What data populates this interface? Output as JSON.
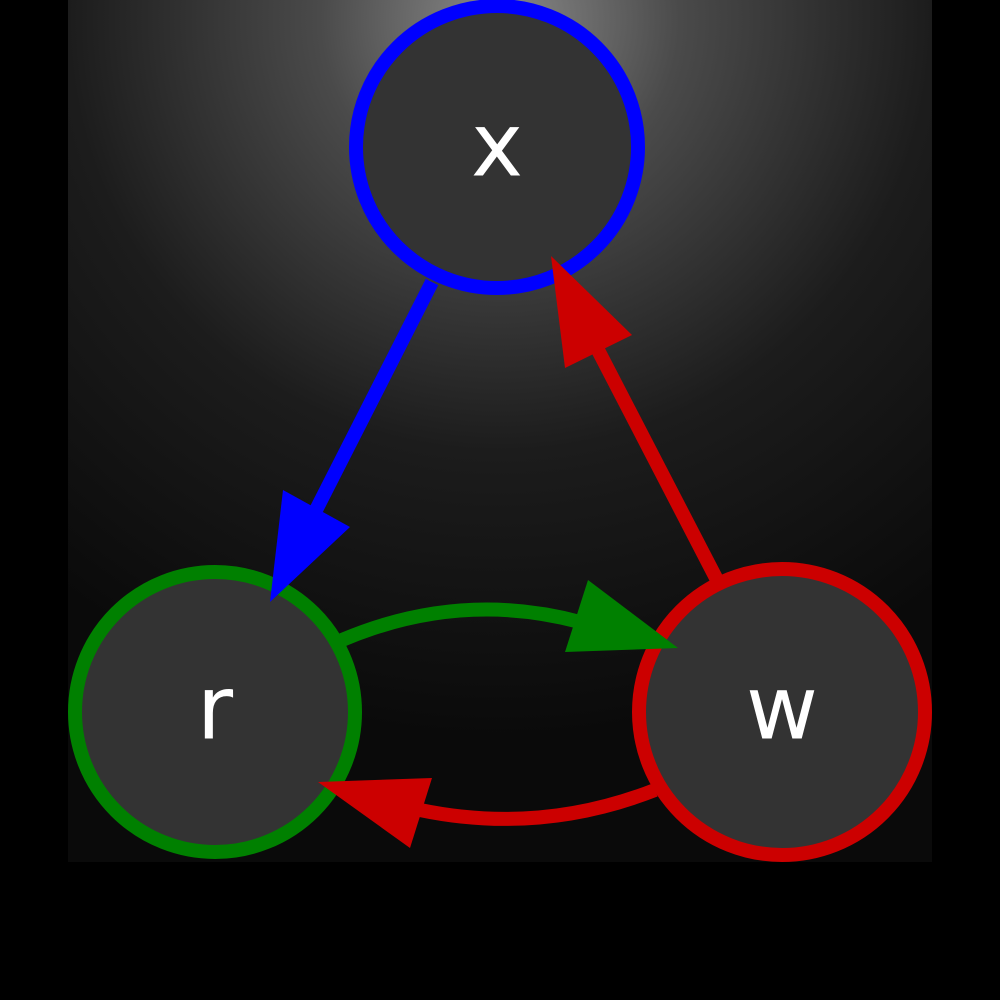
{
  "diagram": {
    "nodes": [
      {
        "id": "x",
        "label": "x",
        "color": "#0000ff"
      },
      {
        "id": "r",
        "label": "r",
        "color": "#008000"
      },
      {
        "id": "w",
        "label": "w",
        "color": "#cc0000"
      }
    ],
    "edges": [
      {
        "from": "x",
        "to": "r",
        "color": "#0000ff"
      },
      {
        "from": "w",
        "to": "x",
        "color": "#cc0000"
      },
      {
        "from": "r",
        "to": "w",
        "color": "#008000"
      },
      {
        "from": "w",
        "to": "r",
        "color": "#cc0000"
      }
    ],
    "node_fill": "#333333",
    "background": "#000000"
  }
}
